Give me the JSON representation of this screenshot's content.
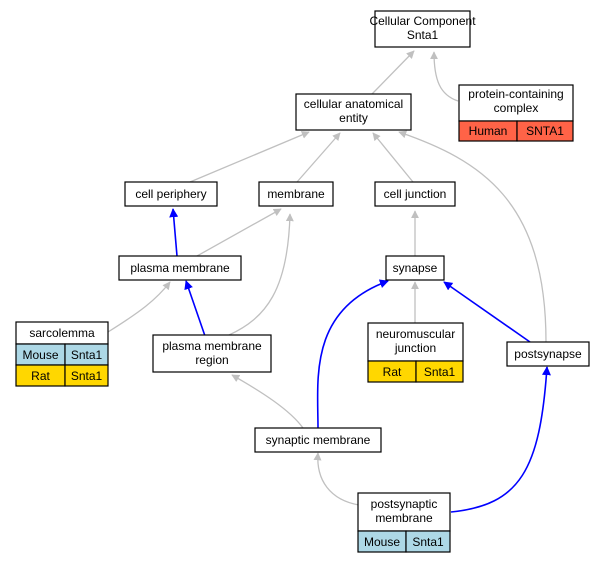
{
  "colors": {
    "mouse": "#add8e6",
    "rat": "#ffd700",
    "human": "#ff6347",
    "edge_is_a": "#c0c0c0",
    "edge_part_of": "#0000ff"
  },
  "nodes": {
    "cellular_component": {
      "line1": "Cellular Component",
      "line2": "Snta1"
    },
    "protein_containing_complex": {
      "line1": "protein-containing",
      "line2": "complex",
      "species": {
        "label": "Human",
        "gene": "SNTA1"
      }
    },
    "cellular_anatomical_entity": {
      "line1": "cellular anatomical",
      "line2": "entity"
    },
    "cell_periphery": {
      "label": "cell periphery"
    },
    "membrane": {
      "label": "membrane"
    },
    "cell_junction": {
      "label": "cell junction"
    },
    "plasma_membrane": {
      "label": "plasma membrane"
    },
    "synapse": {
      "label": "synapse"
    },
    "sarcolemma": {
      "label": "sarcolemma",
      "rows": [
        {
          "species": "Mouse",
          "gene": "Snta1"
        },
        {
          "species": "Rat",
          "gene": "Snta1"
        }
      ]
    },
    "plasma_membrane_region": {
      "line1": "plasma membrane",
      "line2": "region"
    },
    "neuromuscular_junction": {
      "line1": "neuromuscular",
      "line2": "junction",
      "species": {
        "label": "Rat",
        "gene": "Snta1"
      }
    },
    "postsynapse": {
      "label": "postsynapse"
    },
    "synaptic_membrane": {
      "label": "synaptic membrane"
    },
    "postsynaptic_membrane": {
      "line1": "postsynaptic",
      "line2": "membrane",
      "species": {
        "label": "Mouse",
        "gene": "Snta1"
      }
    }
  }
}
